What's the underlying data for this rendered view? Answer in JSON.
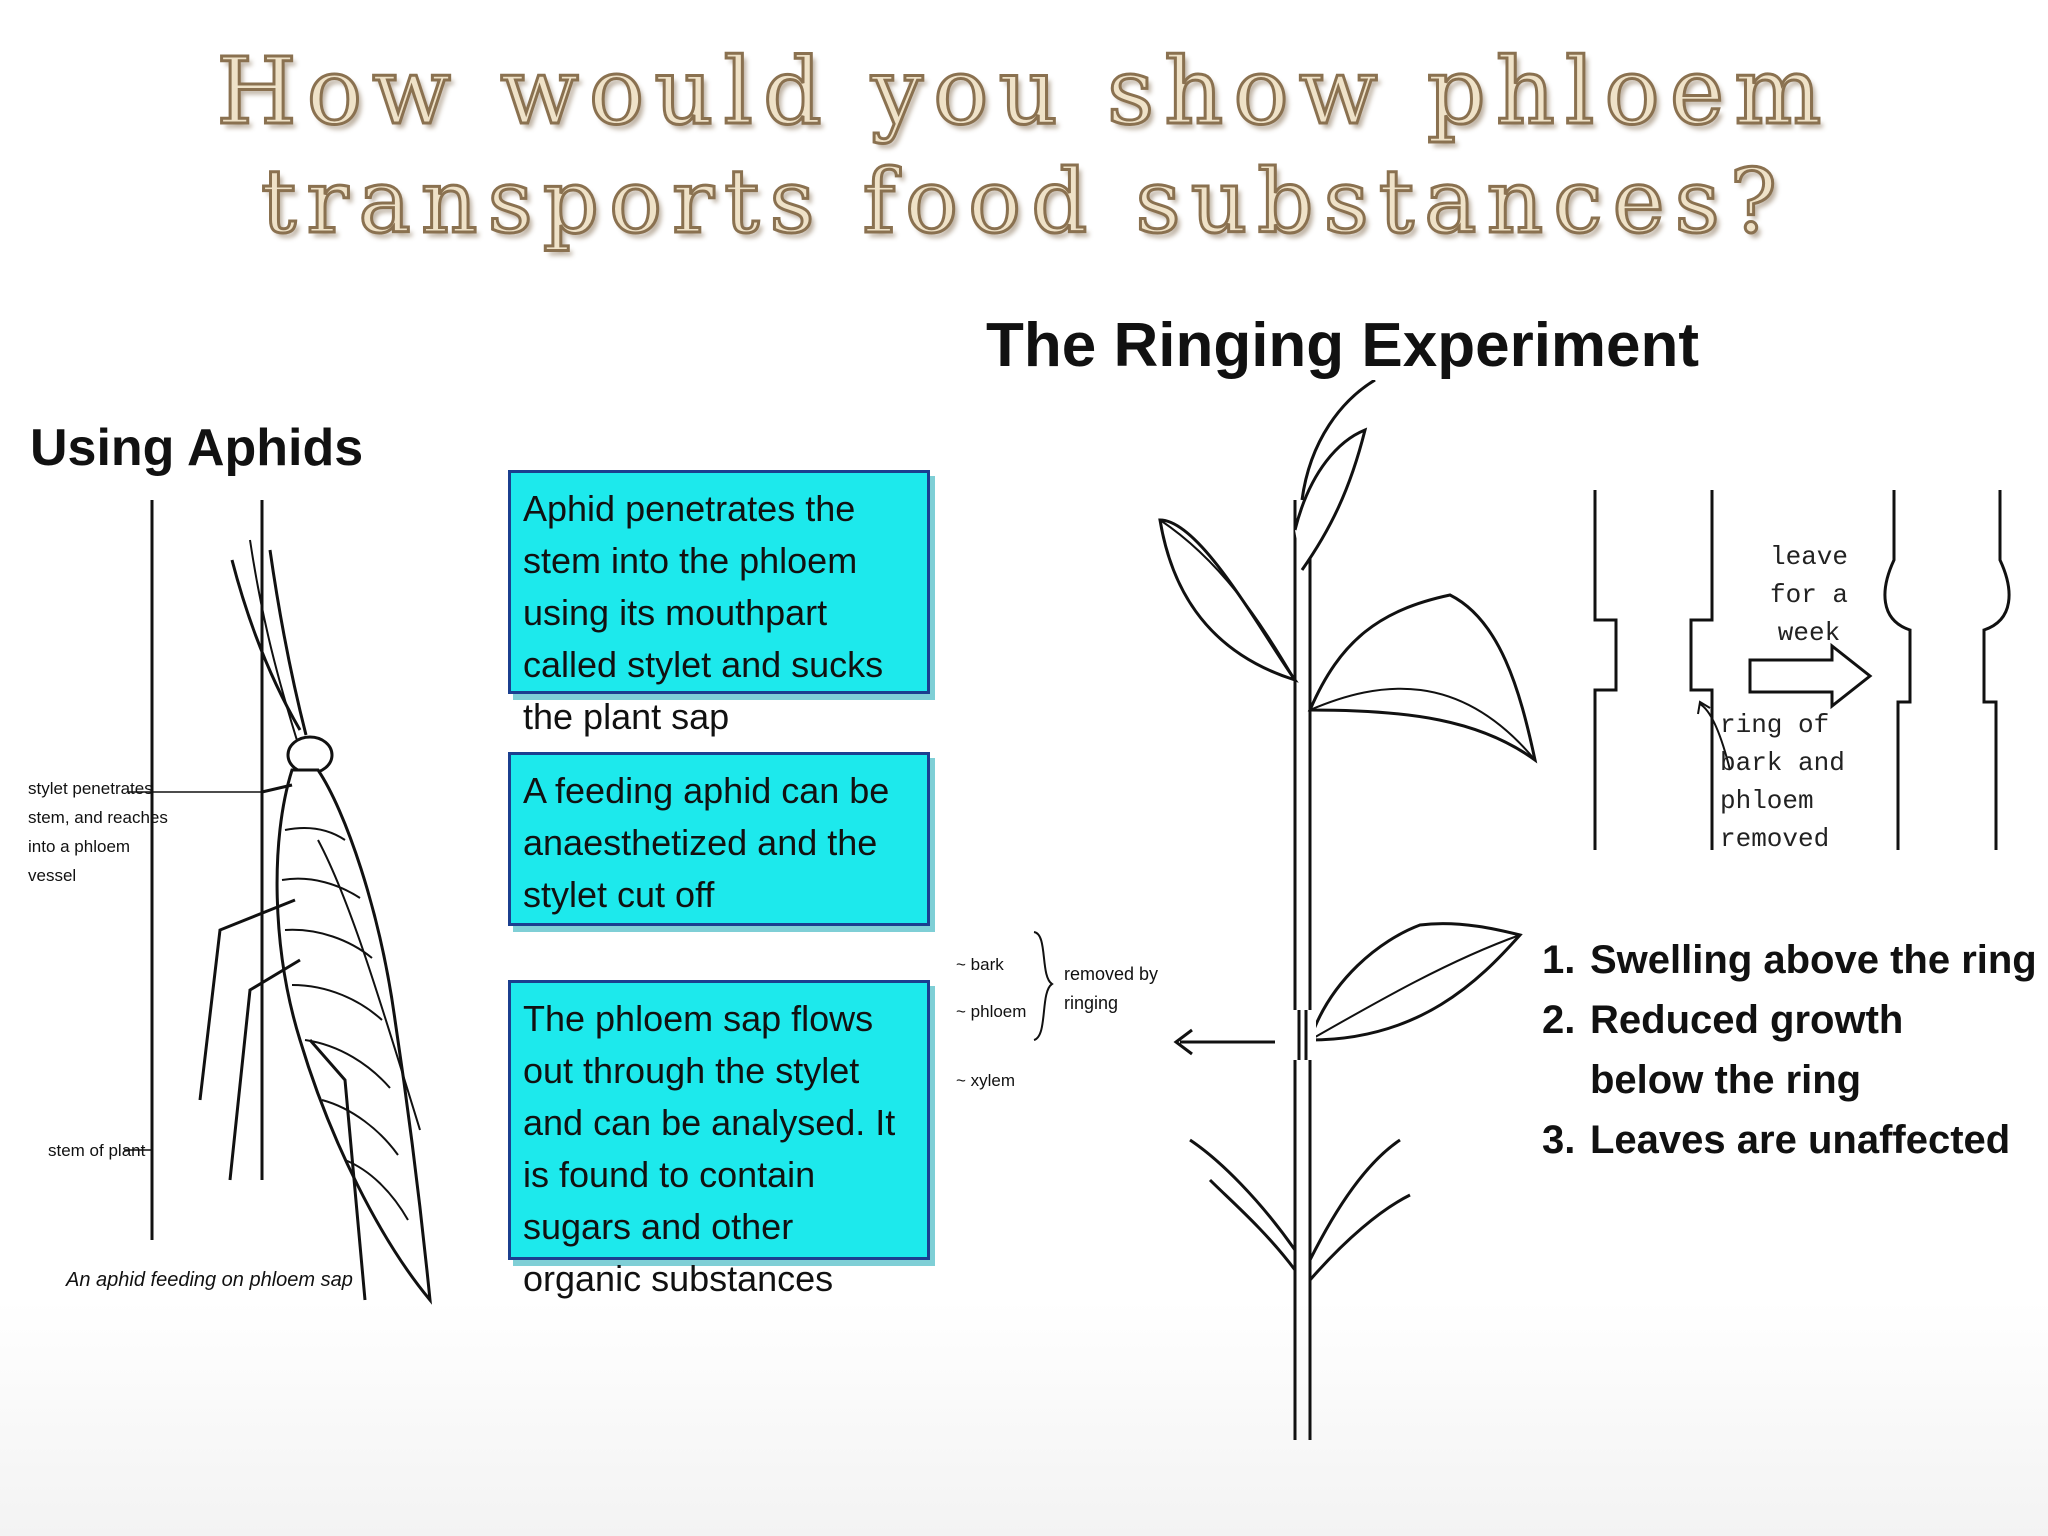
{
  "title": {
    "line1": "How would you show phloem",
    "line2": "transports food substances?"
  },
  "aphids": {
    "heading": "Using Aphids",
    "labels": {
      "stylet": [
        "stylet penetrates",
        "stem, and reaches",
        "into a phloem",
        "vessel"
      ],
      "stem": "stem of plant",
      "caption": "An aphid feeding on phloem sap"
    },
    "steps": [
      "Aphid penetrates the stem into the phloem using its mouthpart called stylet and sucks the plant sap",
      "A feeding aphid can be anaesthetized and the stylet cut off",
      "The phloem sap flows out through the stylet and can be analysed. It is found to contain sugars and other organic substances"
    ]
  },
  "ringing": {
    "heading": "The Ringing Experiment",
    "labels": {
      "bark": "bark",
      "phloem": "phloem",
      "xylem": "xylem",
      "removed": [
        "removed by",
        "ringing"
      ],
      "leave": [
        "leave",
        "for a",
        "week"
      ],
      "ring": [
        "ring of",
        "bark and",
        "phloem",
        "removed"
      ]
    },
    "results": [
      {
        "num": "1.",
        "text": "Swelling above the ring"
      },
      {
        "num": "2.",
        "text": "Reduced growth below the ring"
      },
      {
        "num": "3.",
        "text": "Leaves are unaffected"
      }
    ]
  }
}
